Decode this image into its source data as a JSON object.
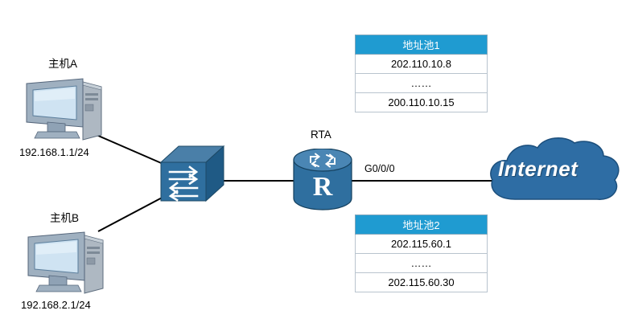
{
  "diagram": {
    "title": "NAT address pool network topology",
    "nodes": {
      "host_a": {
        "label": "主机A",
        "ip": "192.168.1.1/24"
      },
      "host_b": {
        "label": "主机B",
        "ip": "192.168.2.1/24"
      },
      "switch": {
        "label": ""
      },
      "router": {
        "label": "RTA",
        "glyph": "R",
        "interface": "G0/0/0"
      },
      "cloud": {
        "label": "Internet"
      }
    },
    "pools": [
      {
        "header": "地址池1",
        "rows": [
          "202.110.10.8",
          "……",
          "200.110.10.15"
        ]
      },
      {
        "header": "地址池2",
        "rows": [
          "202.115.60.1",
          "……",
          "202.115.60.30"
        ]
      }
    ],
    "colors": {
      "pool_header": "#1f9bd1",
      "device_blue": "#2f6f9f",
      "device_dark": "#1b4f72",
      "cloud_blue": "#2e6da4",
      "link": "#000000"
    }
  }
}
